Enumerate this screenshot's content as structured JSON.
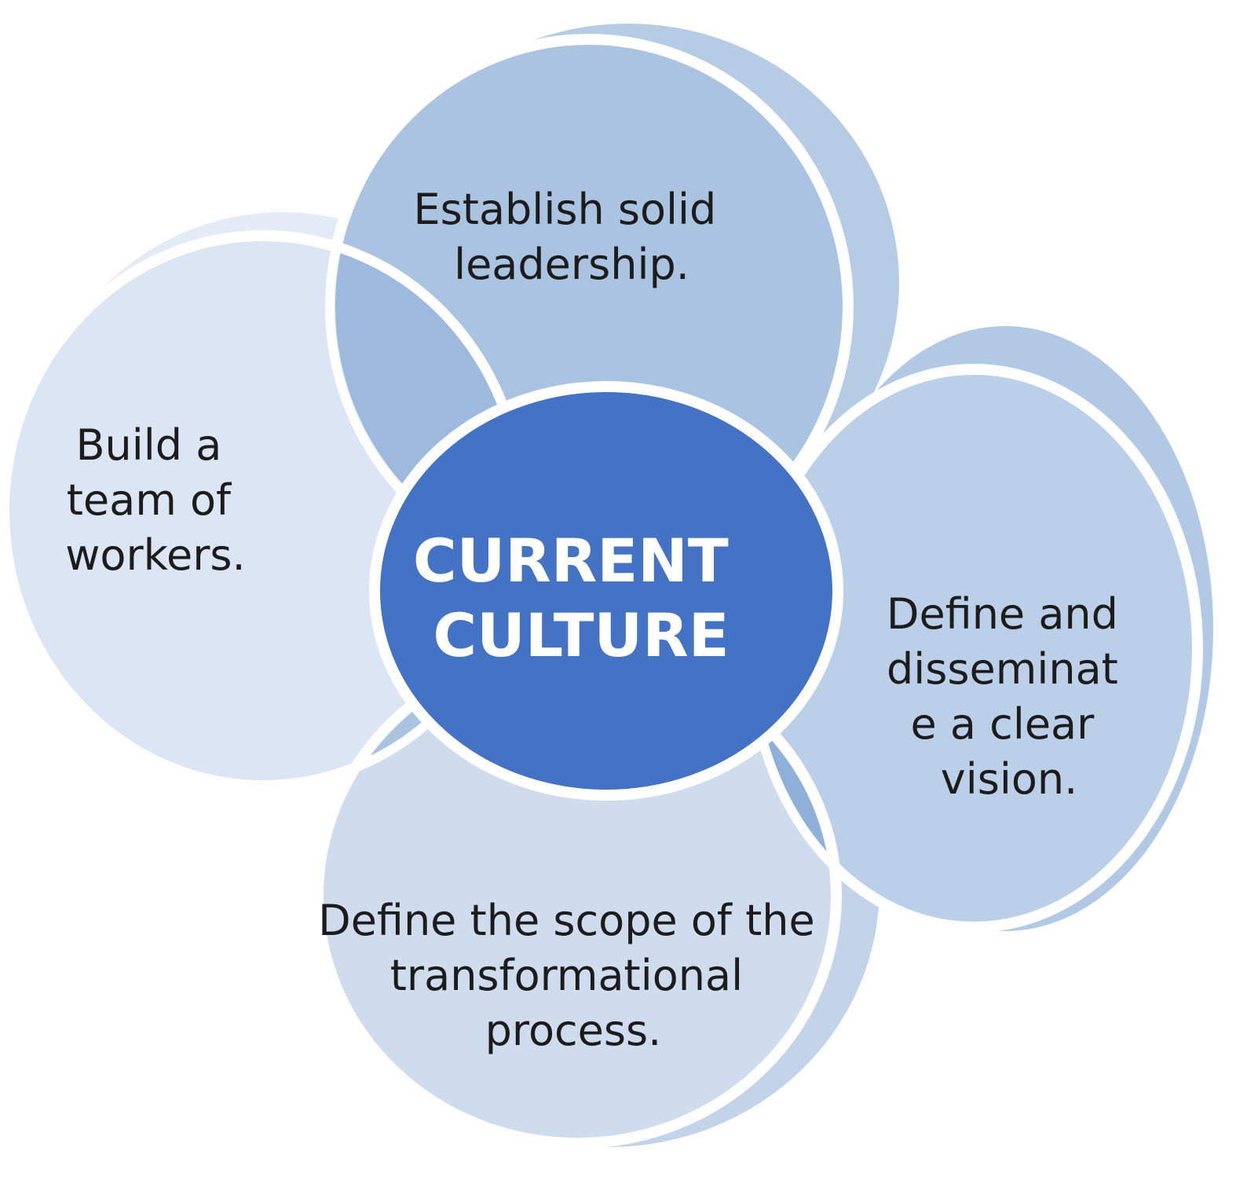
{
  "diagram": {
    "center": {
      "lines": [
        "CURRENT",
        "CULTURE"
      ]
    },
    "petals": [
      {
        "id": "top",
        "lines": [
          "Establish solid",
          "leadership."
        ]
      },
      {
        "id": "left",
        "lines": [
          "Build a",
          "team of",
          "workers."
        ]
      },
      {
        "id": "right",
        "lines": [
          "Define and",
          "disseminat",
          "e a clear",
          "vision."
        ]
      },
      {
        "id": "bottom",
        "lines": [
          "Define the scope of the",
          "transformational",
          "process."
        ]
      }
    ],
    "colors": {
      "center_fill": "#4472c4",
      "center_shadow": "#3a63b2",
      "top_fill": "#a9c3e1",
      "left_fill": "#dbe5f3",
      "right_fill": "#bccfe8",
      "bottom_fill": "#cfdcee",
      "overlap_fill": "#8fb0d9",
      "outline": "#ffffff",
      "text": "#1c1c1c",
      "center_text": "#ffffff"
    }
  }
}
